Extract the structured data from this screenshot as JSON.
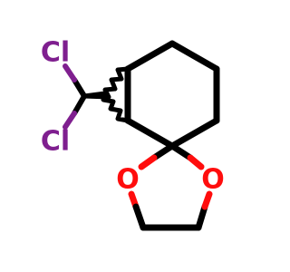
{
  "molecule": {
    "atoms": {
      "cl_top": {
        "label": "Cl"
      },
      "cl_bottom": {
        "label": "Cl"
      },
      "o_left": {
        "label": "O"
      },
      "o_right": {
        "label": "O"
      }
    }
  },
  "colors": {
    "bond": "#000000",
    "chlorine": "#7f1f8f",
    "oxygen": "#ff0d0d",
    "background": "#ffffff"
  }
}
